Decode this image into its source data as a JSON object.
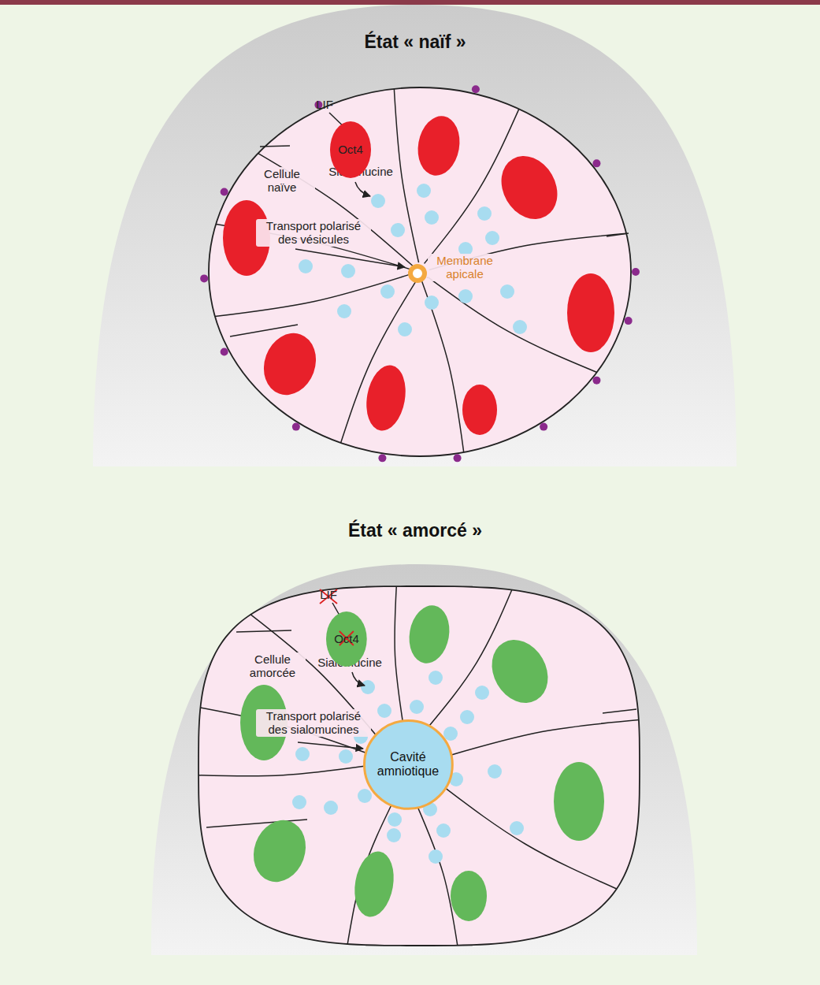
{
  "diagram": {
    "nodes": [
      {
        "text": [
          "Oct4"
        ]
      },
      {
        "text": [
          "Oct4"
        ]
      },
      {
        "text": [
          "Cavité amniotique"
        ]
      }
    ],
    "labels": [
      "État « naïf »",
      "LIF",
      "Sialomucine",
      "Cellule naïve",
      "Transport polarisé des vésicules",
      "Membrane apicale",
      "État « amorcé »",
      "LIF",
      "Sialomucine",
      "Cellule amorcée",
      "Transport polarisé des sialomucines"
    ]
  }
}
